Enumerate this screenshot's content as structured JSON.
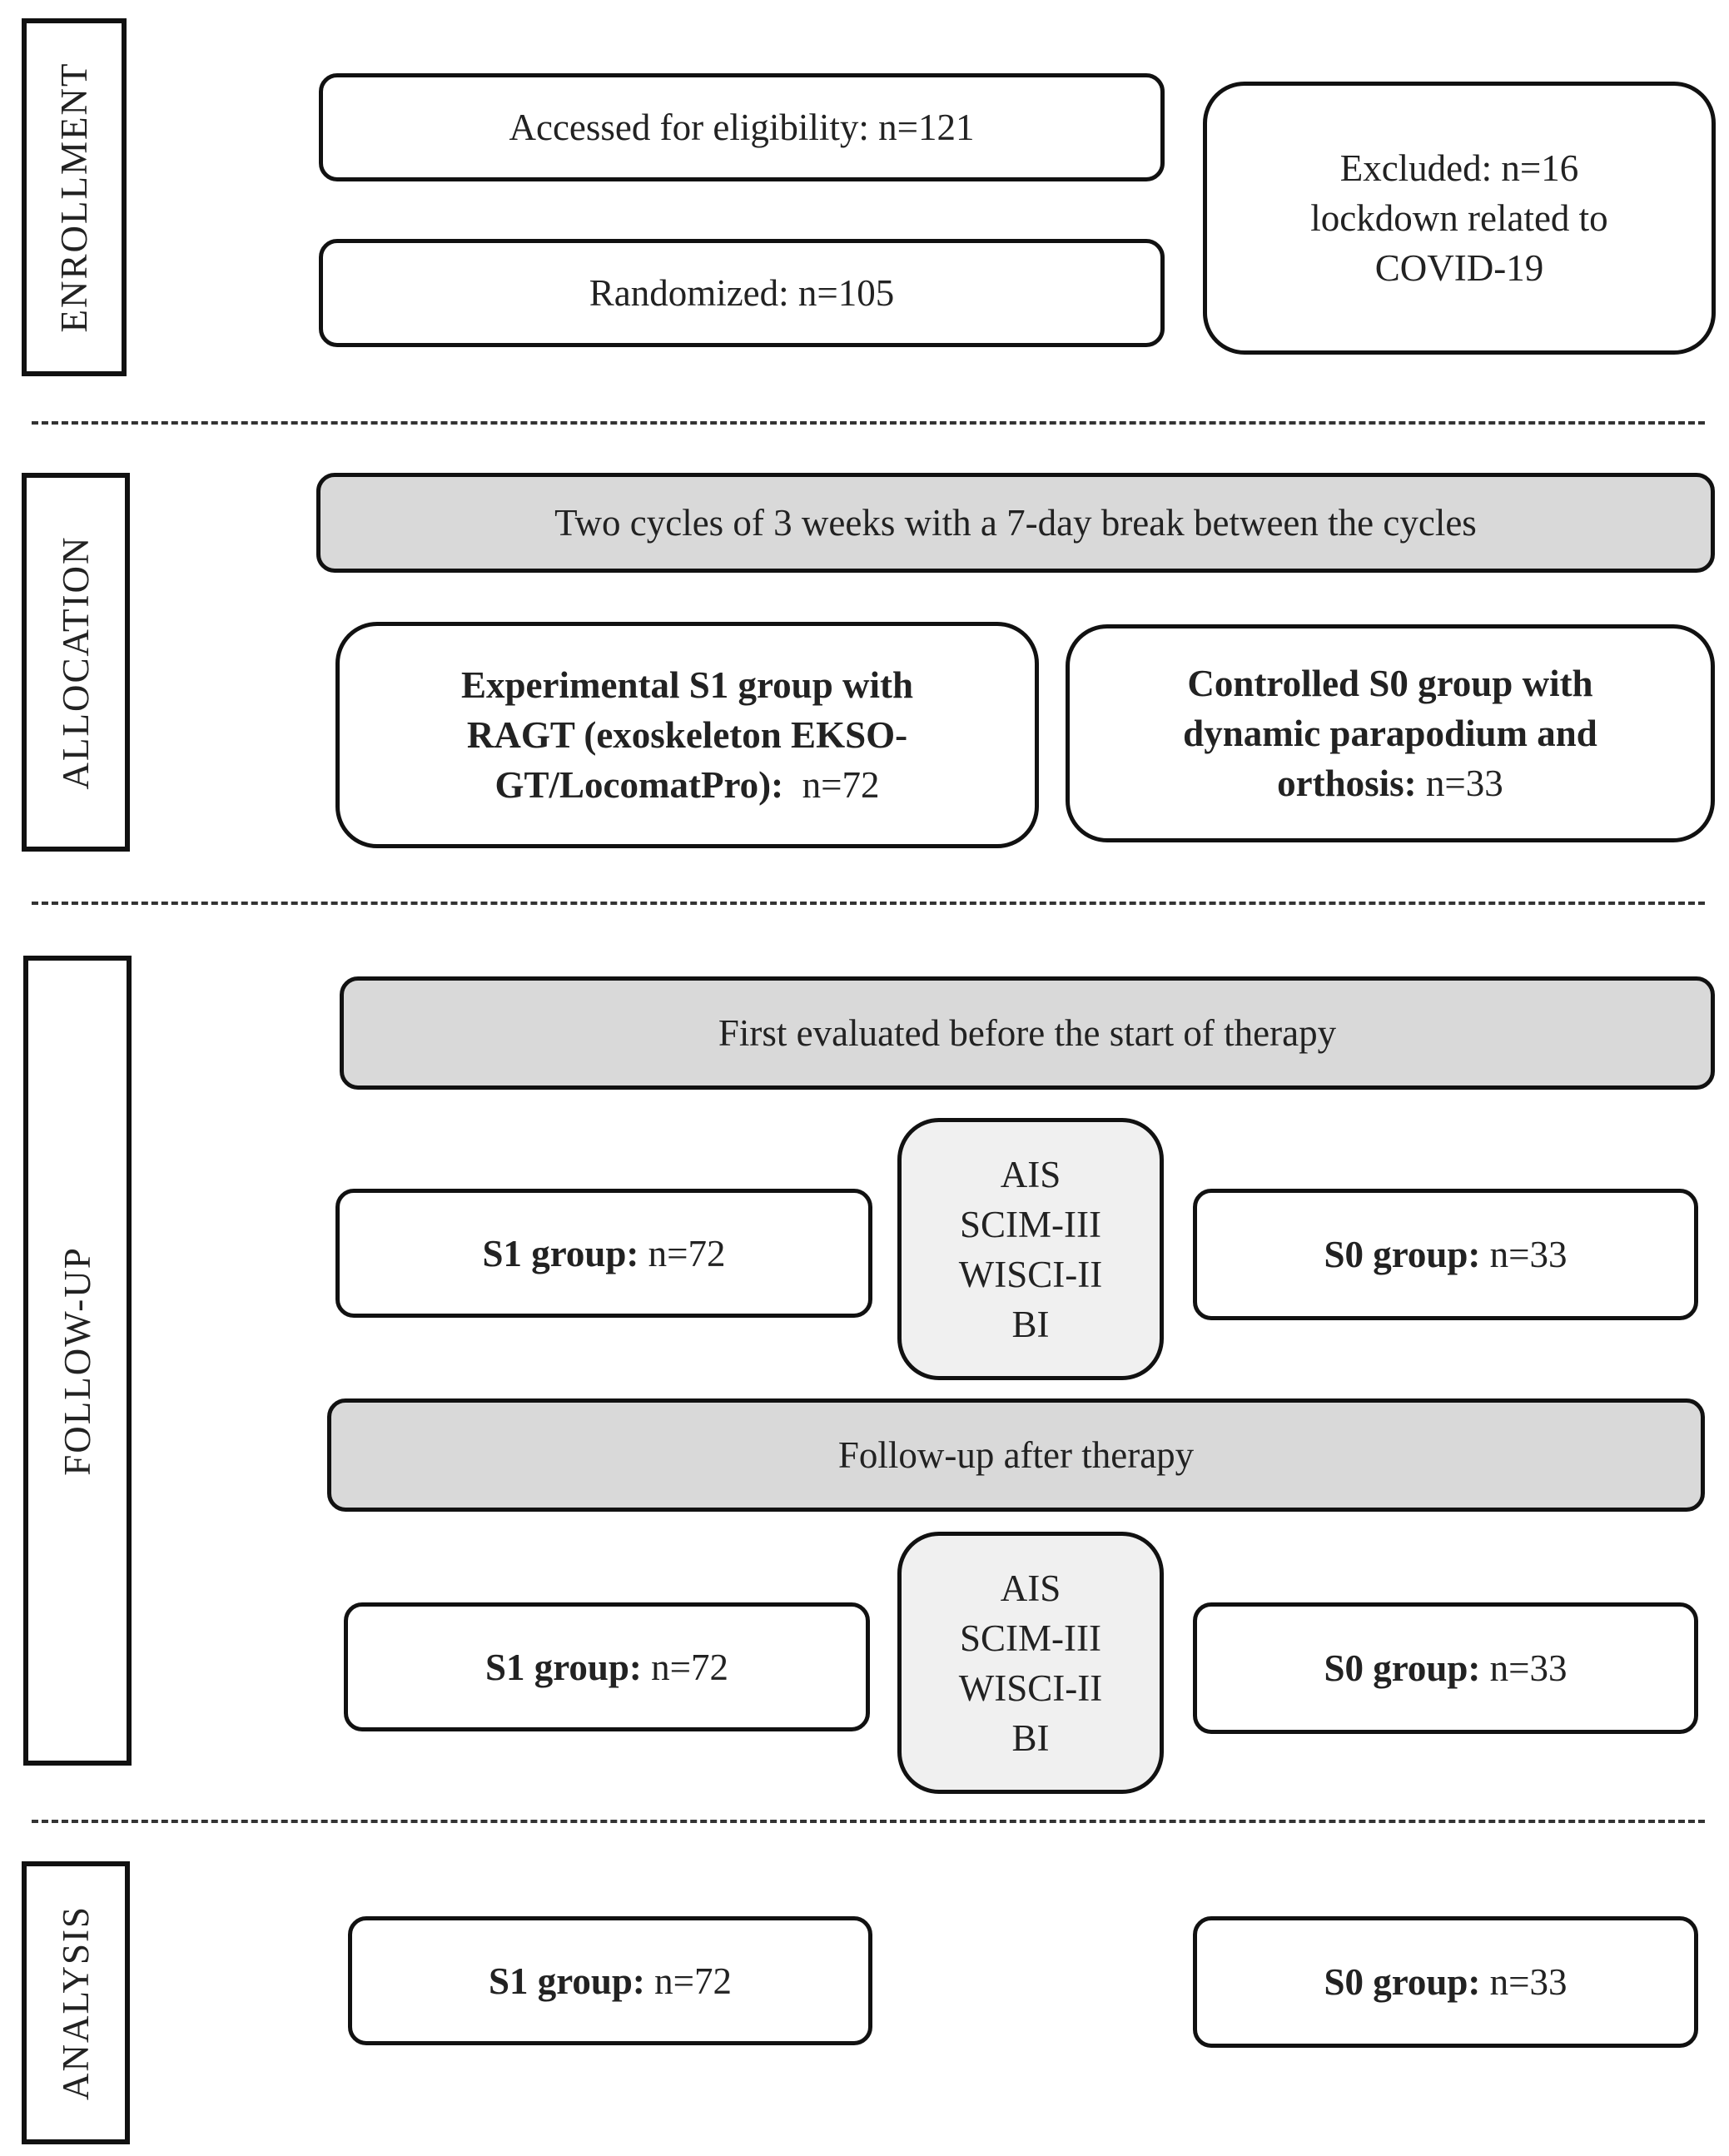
{
  "phases": {
    "enrollment": "ENROLLMENT",
    "allocation": "ALLOCATION",
    "follow_up": "FOLLOW-UP",
    "analysis": "ANALYSIS"
  },
  "enrollment": {
    "eligibility": "Accessed for eligibility: n=121",
    "randomized": "Randomized: n=105",
    "excluded": [
      "Excluded: n=16",
      "lockdown related to",
      "COVID-19"
    ]
  },
  "allocation": {
    "cycles": "Two cycles of 3 weeks with a 7-day break between the cycles",
    "experimental": {
      "bold_lines": [
        "Experimental S1 group with",
        "RAGT (exoskeleton EKSO-",
        "GT/LocomatPro):"
      ],
      "n": "n=72"
    },
    "controlled": {
      "bold_lines": [
        "Controlled S0 group with",
        "dynamic parapodium and",
        "orthosis:"
      ],
      "n": "n=33"
    }
  },
  "follow_up": {
    "first_evaluated": "First evaluated before the start of therapy",
    "after_therapy": "Follow-up after therapy",
    "measures": [
      "AIS",
      "SCIM-III",
      "WISCI-II",
      "BI"
    ],
    "s1_label": "S1 group:",
    "s1_n": "n=72",
    "s0_label": "S0 group:",
    "s0_n": "n=33"
  },
  "analysis": {
    "s1_label": "S1 group:",
    "s1_n": "n=72",
    "s0_label": "S0 group:",
    "s0_n": "n=33"
  }
}
